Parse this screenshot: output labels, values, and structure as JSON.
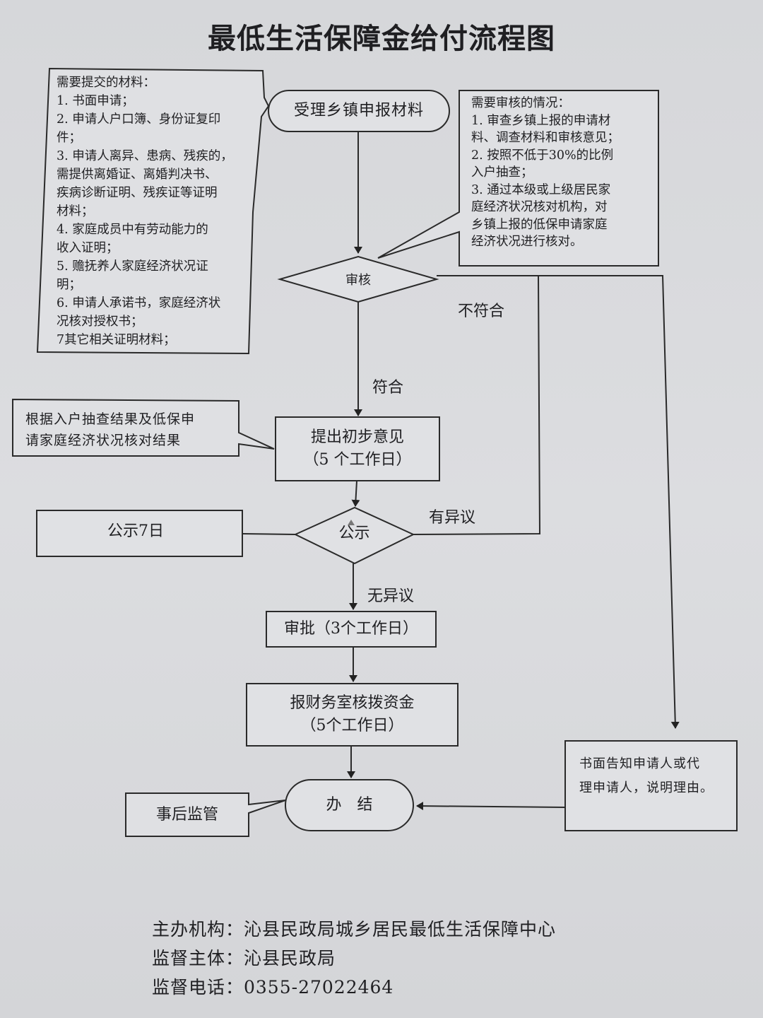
{
  "title": "最低生活保障金给付流程图",
  "materials_note": {
    "lines": [
      "需要提交的材料：",
      "1. 书面申请；",
      "2. 申请人户口簿、身份证复印",
      "件；",
      "3. 申请人离异、患病、残疾的，",
      "需提供离婚证、离婚判决书、",
      "疾病诊断证明、残疾证等证明",
      "材料；",
      "4. 家庭成员中有劳动能力的",
      "收入证明；",
      "5. 赡抚养人家庭经济状况证",
      "明；",
      "6. 申请人承诺书，家庭经济状",
      "况核对授权书；",
      "7其它相关证明材料；"
    ]
  },
  "review_note": {
    "lines": [
      "需要审核的情况：",
      "1. 审查乡镇上报的申请材",
      "料、调查材料和审核意见；",
      "2. 按照不低于30%的比例",
      "入户抽查；",
      "3. 通过本级或上级居民家",
      "庭经济状况核对机构，对",
      "乡镇上报的低保申请家庭",
      "经济状况进行核对。"
    ]
  },
  "basis_note": {
    "lines": [
      "根据入户抽查结果及低保申",
      "请家庭经济状况核对结果"
    ]
  },
  "steps": {
    "accept": "受理乡镇申报材料",
    "review": "审核",
    "preliminary": [
      "提出初步意见",
      "（5 个工作日）"
    ],
    "publicity": "公示",
    "publicity_days": "公示7日",
    "approval": "审批（3个工作日）",
    "finance": [
      "报财务室核拨资金",
      "（5个工作日）"
    ],
    "finish": "办　结",
    "supervision": "事后监管",
    "notify": [
      "书面告知申请人或代",
      "理申请人，说明理由。"
    ]
  },
  "edge_labels": {
    "pass": "符合",
    "fail": "不符合",
    "objection": "有异议",
    "no_objection": "无异议"
  },
  "footer": {
    "organizer": "主办机构：沁县民政局城乡居民最低生活保障中心",
    "supervisor": "监督主体：沁县民政局",
    "phone": "监督电话：0355-27022464"
  }
}
